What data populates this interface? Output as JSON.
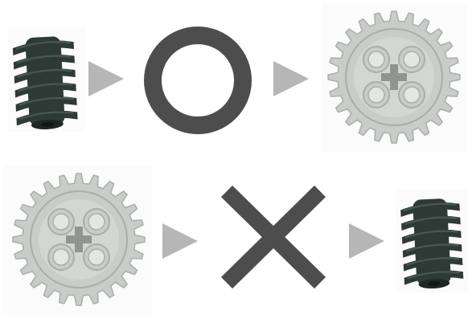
{
  "diagram": {
    "rows": [
      {
        "sequence": [
          "worm-gear",
          "arrow",
          "circle-symbol",
          "arrow",
          "spur-gear"
        ],
        "verdict": "works"
      },
      {
        "sequence": [
          "spur-gear",
          "arrow",
          "cross-symbol",
          "arrow",
          "worm-gear"
        ],
        "verdict": "does-not-work"
      }
    ]
  },
  "colors": {
    "worm_gear": "#2e3a36",
    "worm_gear_highlight": "#4a5752",
    "spur_gear": "#c9ccc8",
    "spur_gear_shade": "#a9aeaa",
    "arrow": "#b6b6b6",
    "symbol": "#4d4d4d"
  }
}
